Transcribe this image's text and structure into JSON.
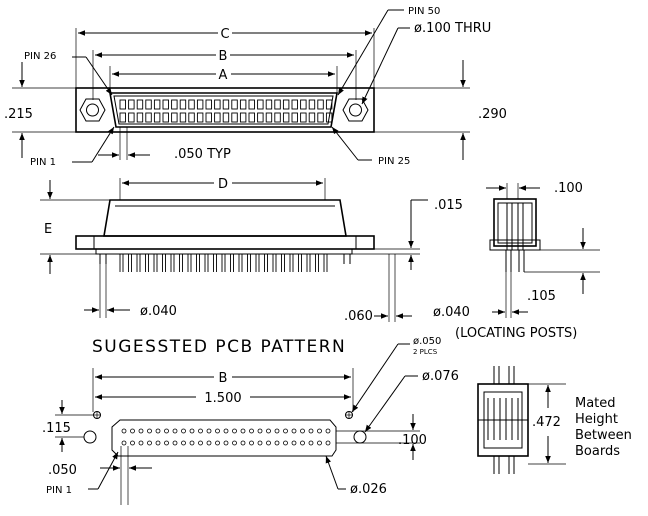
{
  "dims": {
    "c": "C",
    "b_top": "B",
    "a": "A",
    "d": "D",
    "e": "E",
    "b_pcb": "B",
    "pcb_span": "1.500",
    "h_215": ".215",
    "h_290": ".290",
    "pitch_typ": ".050 TYP",
    "d_015": ".015",
    "d_100_side": ".100",
    "d_105": ".105",
    "d_060": ".060",
    "pin_dia": "ø.040",
    "post_dia": "ø.040",
    "pcb_115": ".115",
    "pcb_100": ".100",
    "pcb_050": ".050",
    "mated_472": ".472",
    "hole_050": "ø.050",
    "hole_050_qty": "2 PLCS",
    "hole_076": "ø.076",
    "hole_026": "ø.026"
  },
  "labels": {
    "pin50": "PIN 50",
    "thru": "ø.100 THRU",
    "pin26": "PIN 26",
    "pin1_top": "PIN 1",
    "pin25": "PIN 25",
    "pin1_pcb": "PIN 1",
    "locating_posts": "(LOCATING POSTS)",
    "pcb_title": "SUGESSTED PCB PATTERN",
    "mated_line1": "Mated",
    "mated_line2": "Height",
    "mated_line3": "Between",
    "mated_line4": "Boards"
  }
}
